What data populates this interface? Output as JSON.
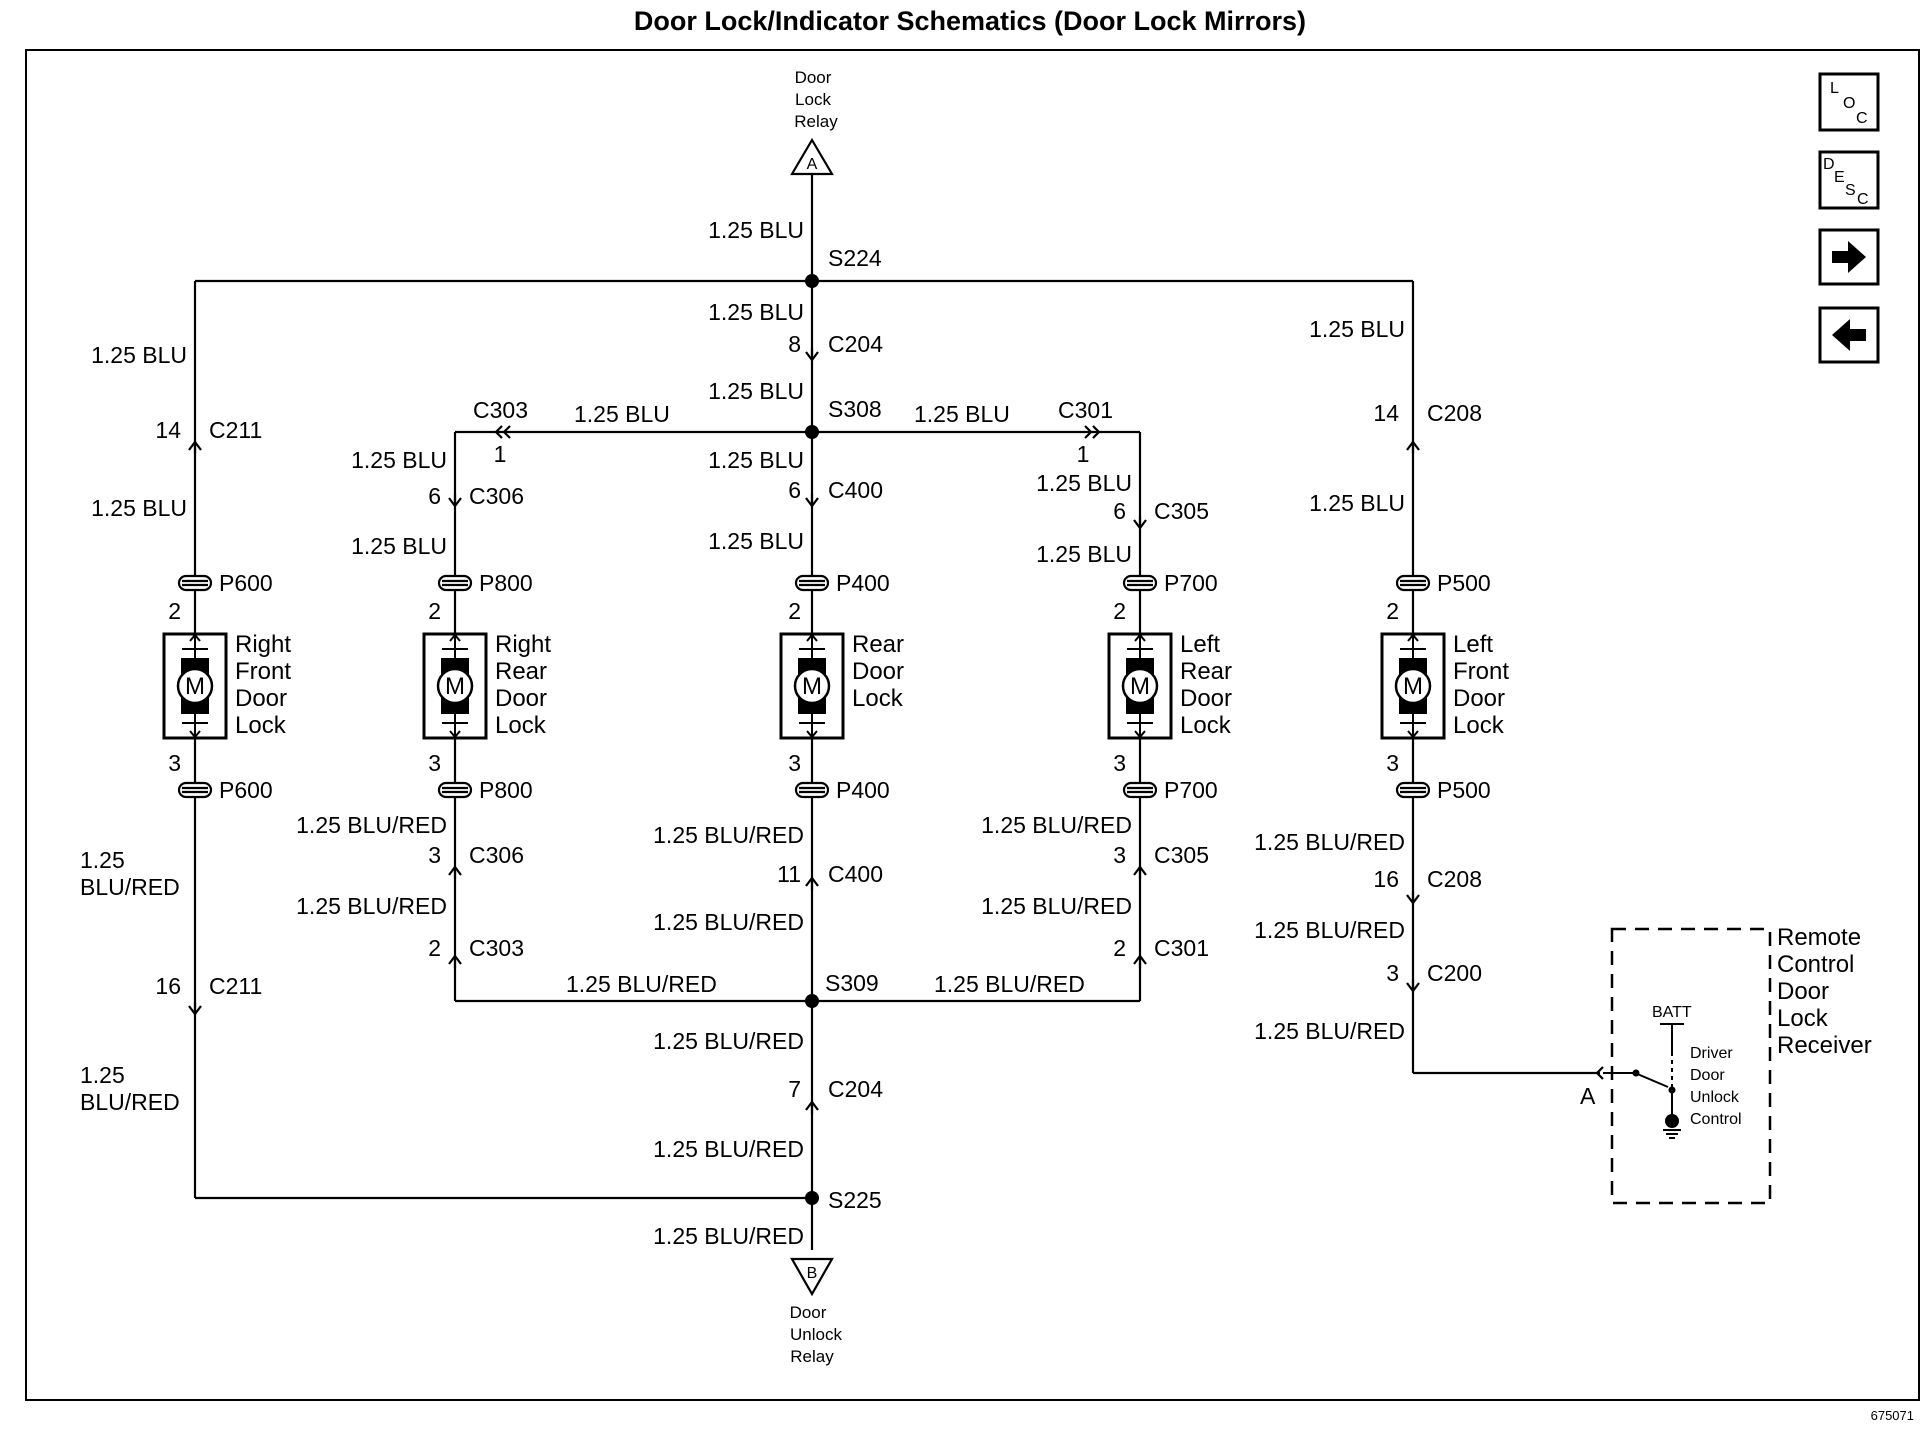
{
  "title": "Door Lock/Indicator Schematics (Door Lock Mirrors)",
  "figure_id": "675071",
  "terminals": {
    "lock_relay": {
      "line1": "Door",
      "line2": "Lock",
      "line3": "Relay",
      "letter": "A"
    },
    "unlock_relay": {
      "line1": "Door",
      "line2": "Unlock",
      "line3": "Relay",
      "letter": "B"
    }
  },
  "splices": {
    "s224": "S224",
    "s308": "S308",
    "s309": "S309",
    "s225": "S225"
  },
  "wires": {
    "blu": "1.25 BLU",
    "blured": "1.25 BLU/RED",
    "gauge": "1.25",
    "blured_split": "BLU/RED"
  },
  "connectors": {
    "c204": "C204",
    "c211": "C211",
    "c303": "C303",
    "c306": "C306",
    "c400": "C400",
    "c301": "C301",
    "c305": "C305",
    "c208": "C208",
    "c200": "C200",
    "p600": "P600",
    "p800": "P800",
    "p400": "P400",
    "p700": "P700",
    "p500": "P500"
  },
  "pins": {
    "p1": "1",
    "p2": "2",
    "p3": "3",
    "p6": "6",
    "p7": "7",
    "p8": "8",
    "p11": "11",
    "p14": "14",
    "p16": "16"
  },
  "motor_symbol": "M",
  "components": {
    "rf": {
      "l1": "Right",
      "l2": "Front",
      "l3": "Door",
      "l4": "Lock"
    },
    "rr": {
      "l1": "Right",
      "l2": "Rear",
      "l3": "Door",
      "l4": "Lock"
    },
    "rear": {
      "l1": "Rear",
      "l2": "Door",
      "l3": "Lock"
    },
    "lr": {
      "l1": "Left",
      "l2": "Rear",
      "l3": "Door",
      "l4": "Lock"
    },
    "lf": {
      "l1": "Left",
      "l2": "Front",
      "l3": "Door",
      "l4": "Lock"
    }
  },
  "receiver": {
    "l1": "Remote",
    "l2": "Control",
    "l3": "Door",
    "l4": "Lock",
    "l5": "Receiver",
    "batt": "BATT",
    "switch_l1": "Driver",
    "switch_l2": "Door",
    "switch_l3": "Unlock",
    "switch_l4": "Control",
    "pin": "A"
  },
  "nav": {
    "loc_l": "L",
    "loc_o": "O",
    "loc_c": "C",
    "desc_d": "D",
    "desc_e": "E",
    "desc_s": "S",
    "desc_c": "C"
  }
}
